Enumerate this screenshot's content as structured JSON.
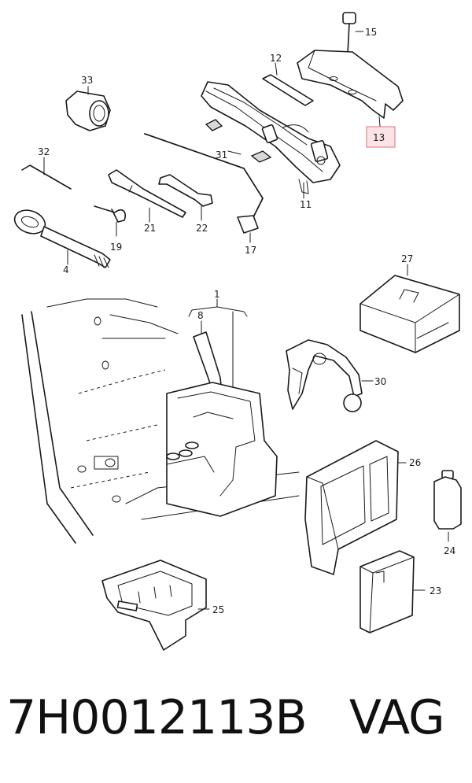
{
  "callouts": {
    "c1": "1",
    "c4": "4",
    "c8": "8",
    "c11": "11",
    "c12": "12",
    "c13": "13",
    "c15": "15",
    "c17": "17",
    "c19": "19",
    "c21": "21",
    "c22": "22",
    "c23": "23",
    "c24": "24",
    "c25": "25",
    "c26": "26",
    "c27": "27",
    "c30": "30",
    "c31": "31",
    "c32": "32",
    "c33": "33"
  },
  "highlight": {
    "part": "13",
    "color": "#fde3e6"
  },
  "caption": {
    "part_number": "7H0012113B",
    "brand": "VAG"
  }
}
